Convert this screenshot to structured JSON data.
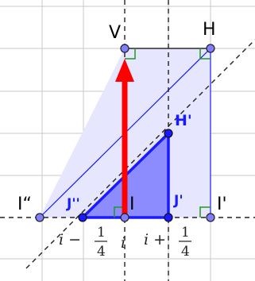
{
  "colors": {
    "grid": "#c8c8c8",
    "blue": "#1a1aff",
    "light_fill": "#e6e6ff",
    "dark_fill": "#7b7bff",
    "red": "#ff0000",
    "right_angle": "#1e9a1e",
    "point_fill": "#8080ff"
  },
  "points": {
    "V": "V",
    "H": "H",
    "H_prime": "H'",
    "I_double_prime": "I“",
    "J_double_prime": "J''",
    "I": "I",
    "J_prime": "J'",
    "I_prime": "I'"
  },
  "axis_labels": {
    "left": {
      "prefix": "i −",
      "num": "1",
      "den": "4"
    },
    "center": "i",
    "right": {
      "prefix": "i +",
      "num": "1",
      "den": "4"
    }
  }
}
